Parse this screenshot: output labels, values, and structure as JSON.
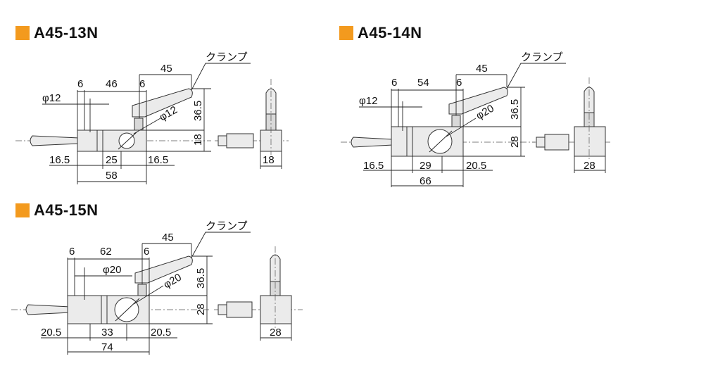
{
  "colors": {
    "accent": "#f39a1e",
    "line": "#222222",
    "part_fill": "#ebebeb"
  },
  "diagrams": [
    {
      "title": "A45-13N",
      "clamp_label": "クランプ",
      "dims": {
        "lever": "45",
        "left_offset": "6",
        "span": "46",
        "right_offset": "6",
        "bore_small": "φ12",
        "bore_main": "φ12",
        "height": "36.5",
        "block": "18",
        "left": "16.5",
        "mid": "25",
        "right": "16.5",
        "total": "58",
        "side": "18"
      }
    },
    {
      "title": "A45-14N",
      "clamp_label": "クランプ",
      "dims": {
        "lever": "45",
        "left_offset": "6",
        "span": "54",
        "right_offset": "6",
        "bore_small": "φ12",
        "bore_main": "φ20",
        "height": "36.5",
        "block": "28",
        "left": "16.5",
        "mid": "29",
        "right": "20.5",
        "total": "66",
        "side": "28"
      }
    },
    {
      "title": "A45-15N",
      "clamp_label": "クランプ",
      "dims": {
        "lever": "45",
        "left_offset": "6",
        "span": "62",
        "right_offset": "6",
        "bore_small": "φ20",
        "bore_main": "φ20",
        "height": "36.5",
        "block": "28",
        "left": "20.5",
        "mid": "33",
        "right": "20.5",
        "total": "74",
        "side": "28"
      }
    }
  ]
}
